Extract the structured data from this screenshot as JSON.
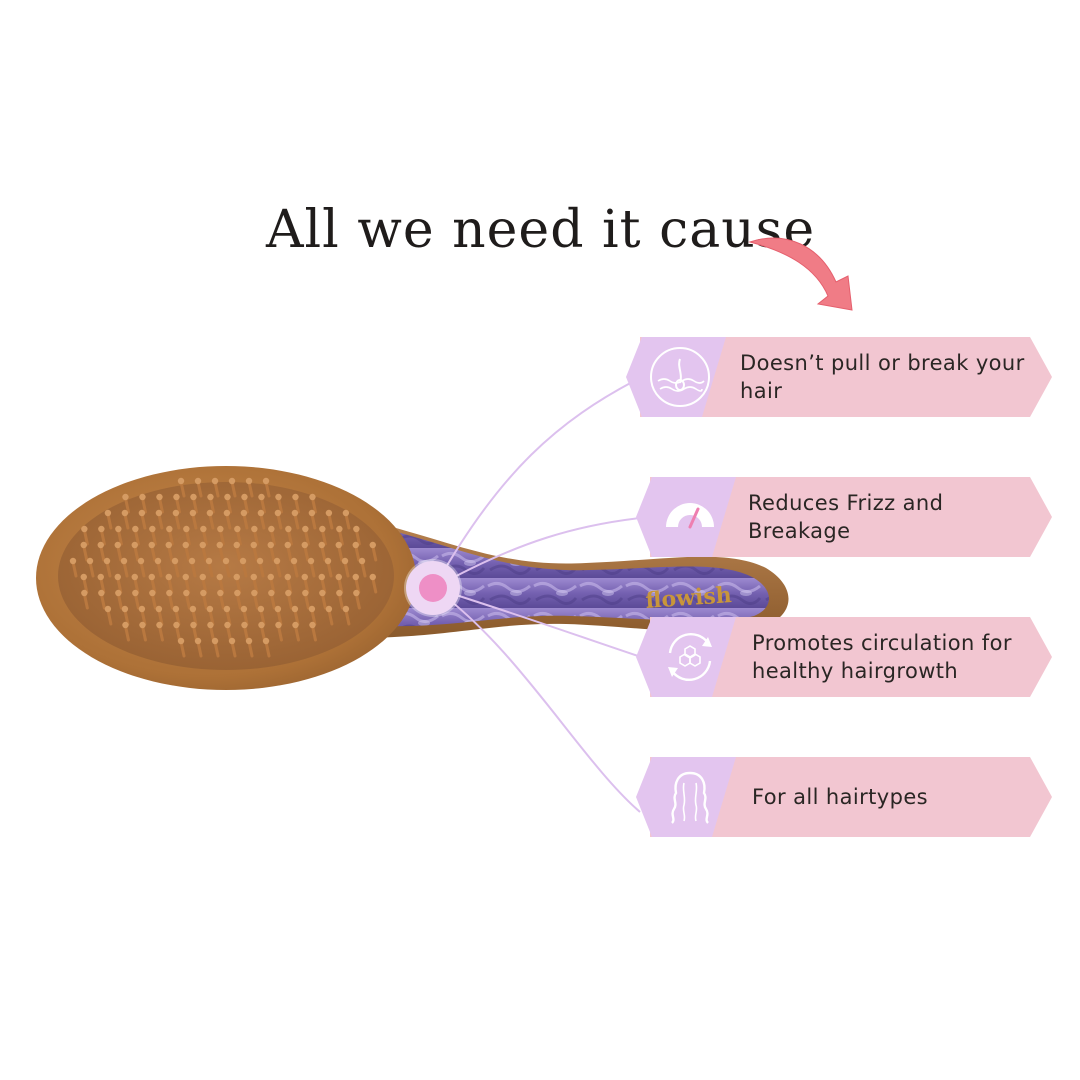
{
  "headline": "All we need it cause",
  "brand_logo_text": "flowish",
  "features": [
    {
      "text": "Doesn’t pull or break your hair",
      "icon": "hair-follicle-icon"
    },
    {
      "text": "Reduces Frizz and Breakage",
      "icon": "gauge-icon"
    },
    {
      "text": "Promotes circulation for healthy hairgrowth",
      "icon": "circulation-cycle-icon"
    },
    {
      "text": "For all hairtypes",
      "icon": "wavy-hair-icon"
    }
  ],
  "colors": {
    "banner": "#f2c6d1",
    "icon_panel": "#e3c5ef",
    "arrow": "#f07c86",
    "connector": "#dcc0ee",
    "hub_ring": "#eed7f4",
    "hub_dot": "#ee8fc6",
    "handle": "#7d68b6"
  }
}
